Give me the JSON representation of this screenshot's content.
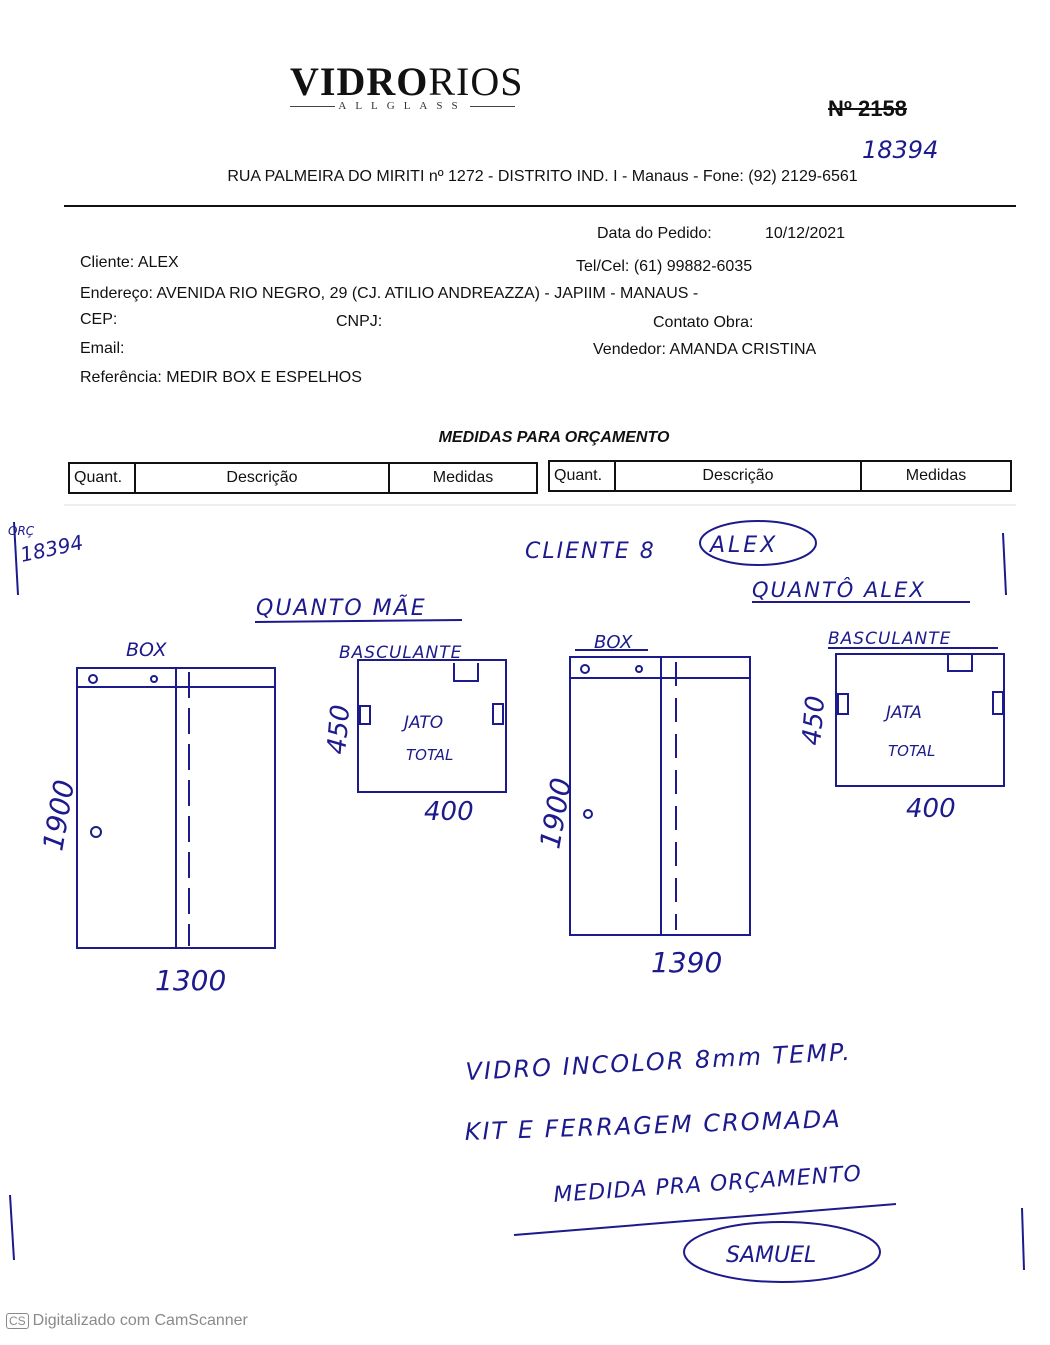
{
  "header": {
    "logo_main": "VIDRORIOS",
    "logo_bold": "VIDRO",
    "logo_light": "RIOS",
    "logo_sub": "ALLGLASS",
    "printed_number": "Nº 2158",
    "handwritten_number": "18394",
    "address_line": "RUA PALMEIRA DO MIRITI nº 1272 - DISTRITO IND. I - Manaus - Fone: (92) 2129-6561"
  },
  "order": {
    "date_label": "Data do Pedido:",
    "date_value": "10/12/2021",
    "client_label": "Cliente:",
    "client_value": "ALEX",
    "phone_label": "Tel/Cel:",
    "phone_value": "(61) 99882-6035",
    "address_label": "Endereço:",
    "address_value": "AVENIDA RIO NEGRO, 29 (CJ. ATILIO ANDREAZZA) - JAPIIM - MANAUS -",
    "cep_label": "CEP:",
    "cnpj_label": "CNPJ:",
    "contact_label": "Contato Obra:",
    "email_label": "Email:",
    "seller_label": "Vendedor:",
    "seller_value": "AMANDA CRISTINA",
    "reference_label": "Referência:",
    "reference_value": "MEDIR BOX E ESPELHOS"
  },
  "section_title": "MEDIDAS PARA ORÇAMENTO",
  "table_headers": {
    "left": [
      "Quant.",
      "Descrição",
      "Medidas"
    ],
    "right": [
      "Quant.",
      "Descrição",
      "Medidas"
    ]
  },
  "handwritten": {
    "orc_label": "ORÇ",
    "orc_number": "18394",
    "client_note": "CLIENTE 8",
    "client_name": "ALEX",
    "room_left": "QUANTO MÃE",
    "room_right": "QUANTÔ ALEX",
    "box_left": "BOX",
    "basc_left": "BASCULANTE",
    "box_right": "BOX",
    "basc_right": "BASCULANTE",
    "basc_left_text1": "JATO",
    "basc_left_text2": "TOTAL",
    "basc_right_text1": "JATA",
    "basc_right_text2": "TOTAL",
    "box_left_height": "1900",
    "box_left_width": "1300",
    "basc_left_height": "450",
    "basc_left_width": "400",
    "box_right_height": "1900",
    "box_right_width": "1390",
    "basc_right_height": "450",
    "basc_right_width": "400",
    "note1": "VIDRO INCOLOR 8mm TEMP.",
    "note2": "KIT E FERRAGEM CROMADA",
    "note3": "MEDIDA PRA ORÇAMENTO",
    "signature": "SAMUEL"
  },
  "footer": {
    "cs_icon": "CS",
    "text": "Digitalizado com CamScanner"
  },
  "colors": {
    "ink": "#1c1a8c",
    "print": "#111111",
    "footer": "#8a8a8a"
  }
}
